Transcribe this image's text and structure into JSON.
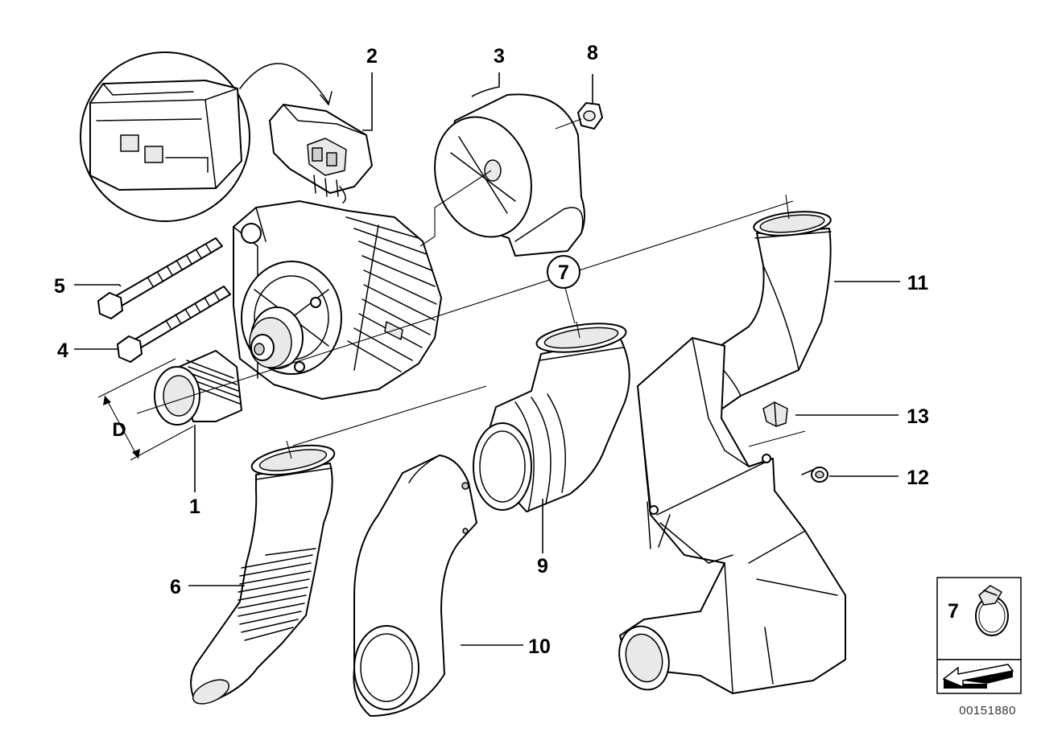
{
  "diagram": {
    "callouts": [
      {
        "id": "1",
        "label": "1"
      },
      {
        "id": "2",
        "label": "2"
      },
      {
        "id": "3",
        "label": "3"
      },
      {
        "id": "4",
        "label": "4"
      },
      {
        "id": "5",
        "label": "5"
      },
      {
        "id": "6",
        "label": "6"
      },
      {
        "id": "7",
        "label": "7"
      },
      {
        "id": "8",
        "label": "8"
      },
      {
        "id": "9",
        "label": "9"
      },
      {
        "id": "10",
        "label": "10"
      },
      {
        "id": "11",
        "label": "11"
      },
      {
        "id": "12",
        "label": "12"
      },
      {
        "id": "13",
        "label": "13"
      }
    ],
    "dimension_label": "D",
    "legend_box": {
      "part_number": "7"
    },
    "reference_code": "00151880"
  }
}
